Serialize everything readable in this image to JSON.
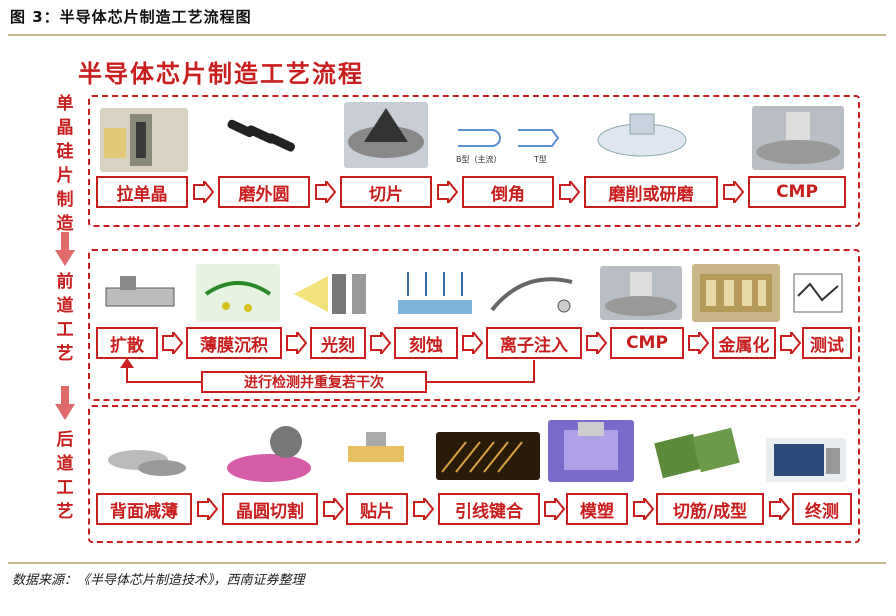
{
  "figure_title": "图 3：半导体芯片制造工艺流程图",
  "diagram_title": "半导体芯片制造工艺流程",
  "source": "数据来源：《半导体芯片制造技术》，西南证券整理",
  "stages": [
    {
      "label": "单晶硅片制造",
      "steps": [
        "拉单晶",
        "磨外圆",
        "切片",
        "倒角",
        "磨削或研磨",
        "CMP"
      ]
    },
    {
      "label": "前道工艺",
      "steps": [
        "扩散",
        "薄膜沉积",
        "光刻",
        "刻蚀",
        "离子注入",
        "CMP",
        "金属化",
        "测试"
      ]
    },
    {
      "label": "后道工艺",
      "steps": [
        "背面减薄",
        "晶圆切割",
        "贴片",
        "引线键合",
        "模塑",
        "切筋/成型",
        "终测"
      ]
    }
  ],
  "loop_label": "进行检测并重复若干次",
  "thumb_labels": [
    "B型（主流）",
    "T型"
  ],
  "colors": {
    "accent": "#c81e1e",
    "rule": "#c8b98a"
  }
}
